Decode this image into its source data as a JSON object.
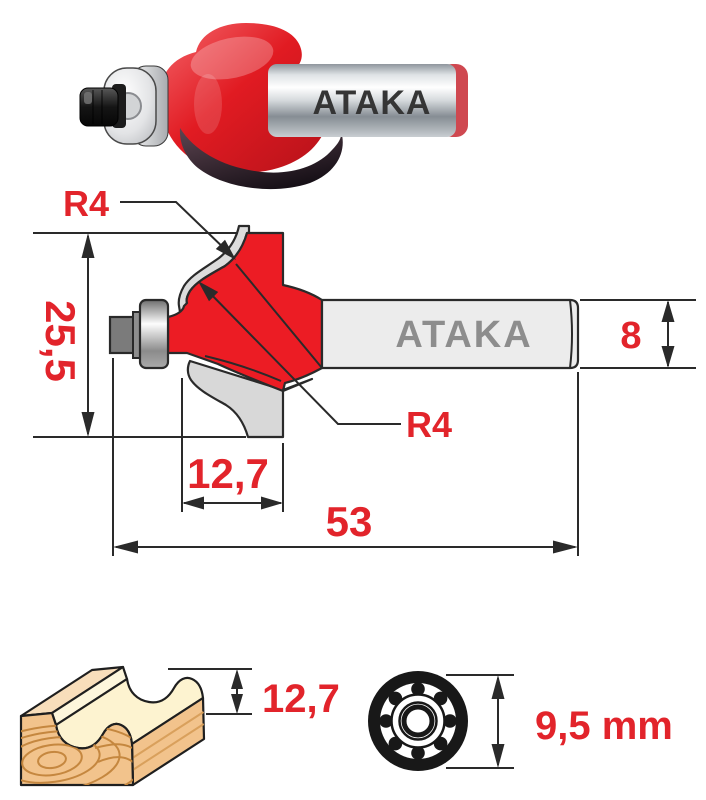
{
  "photo": {
    "brand": "ATAKA"
  },
  "drawing": {
    "brand": "ATAKA",
    "radius_top": "R4",
    "radius_bottom": "R4",
    "cutting_diameter": "25,5",
    "shank_diameter": "8",
    "cutting_length": "12,7",
    "overall_length": "53"
  },
  "wood_profile": {
    "profile_height": "12,7"
  },
  "bearing": {
    "outer_diameter": "9,5 mm"
  },
  "colors": {
    "accent_red": "#ec1c24",
    "dimension_red": "#e2242b",
    "line_dark": "#2a2a2a",
    "steel_gray": "#ececec",
    "brand_gray": "#8d8d8d",
    "carbide_gray": "#dcdcdc",
    "silhouette_gray": "#d8d8d8",
    "wood_tan": "#f2c38c",
    "wood_cream": "#fdf3d0",
    "background": "#ffffff"
  }
}
